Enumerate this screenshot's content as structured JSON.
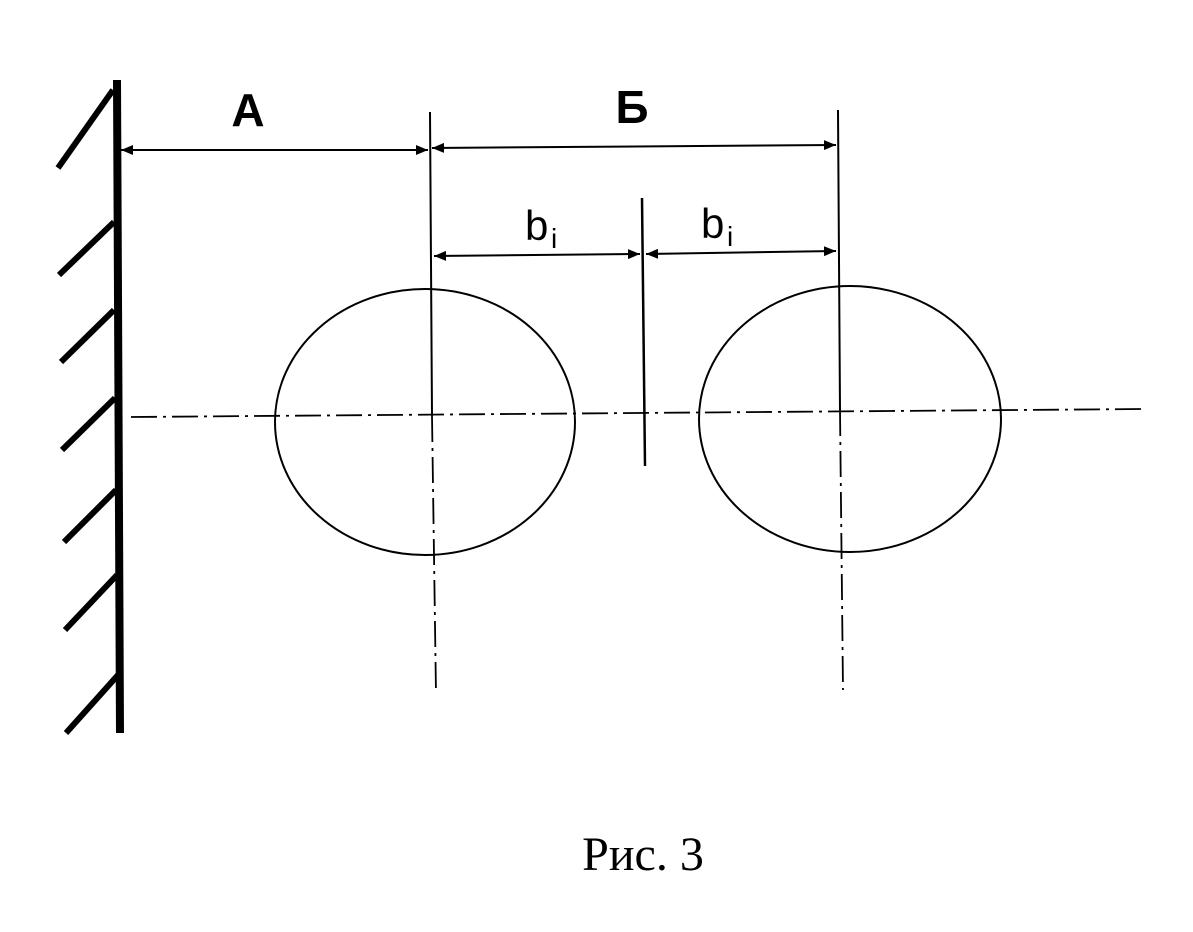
{
  "labels": {
    "dim_a": "А",
    "dim_b": "Б",
    "b_left": "b",
    "b_left_sub": "i",
    "b_right": "b",
    "b_right_sub": "i"
  },
  "caption": "Рис. 3"
}
